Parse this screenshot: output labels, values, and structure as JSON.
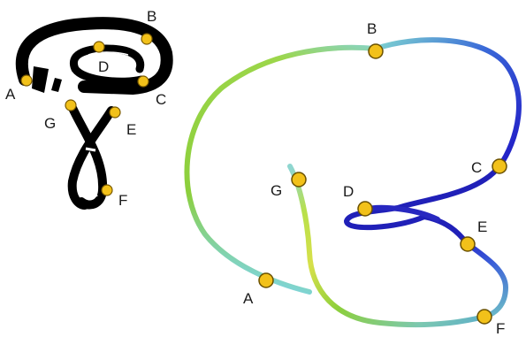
{
  "left_diagram": {
    "ribbon_color": "#000000",
    "marker_color": "#f2c11a",
    "labels": {
      "A": "A",
      "B": "B",
      "C": "C",
      "D": "D",
      "E": "E",
      "F": "F",
      "G": "G"
    }
  },
  "right_diagram": {
    "marker_color": "#f2c11a",
    "tube_colors": {
      "cyan": "#7fd4d4",
      "green": "#8ccf3c",
      "yellow": "#d7e04a",
      "blue": "#2323c8",
      "navy": "#1c1c9a"
    },
    "labels": {
      "A": "A",
      "B": "B",
      "C": "C",
      "D": "D",
      "E": "E",
      "F": "F",
      "G": "G"
    }
  }
}
